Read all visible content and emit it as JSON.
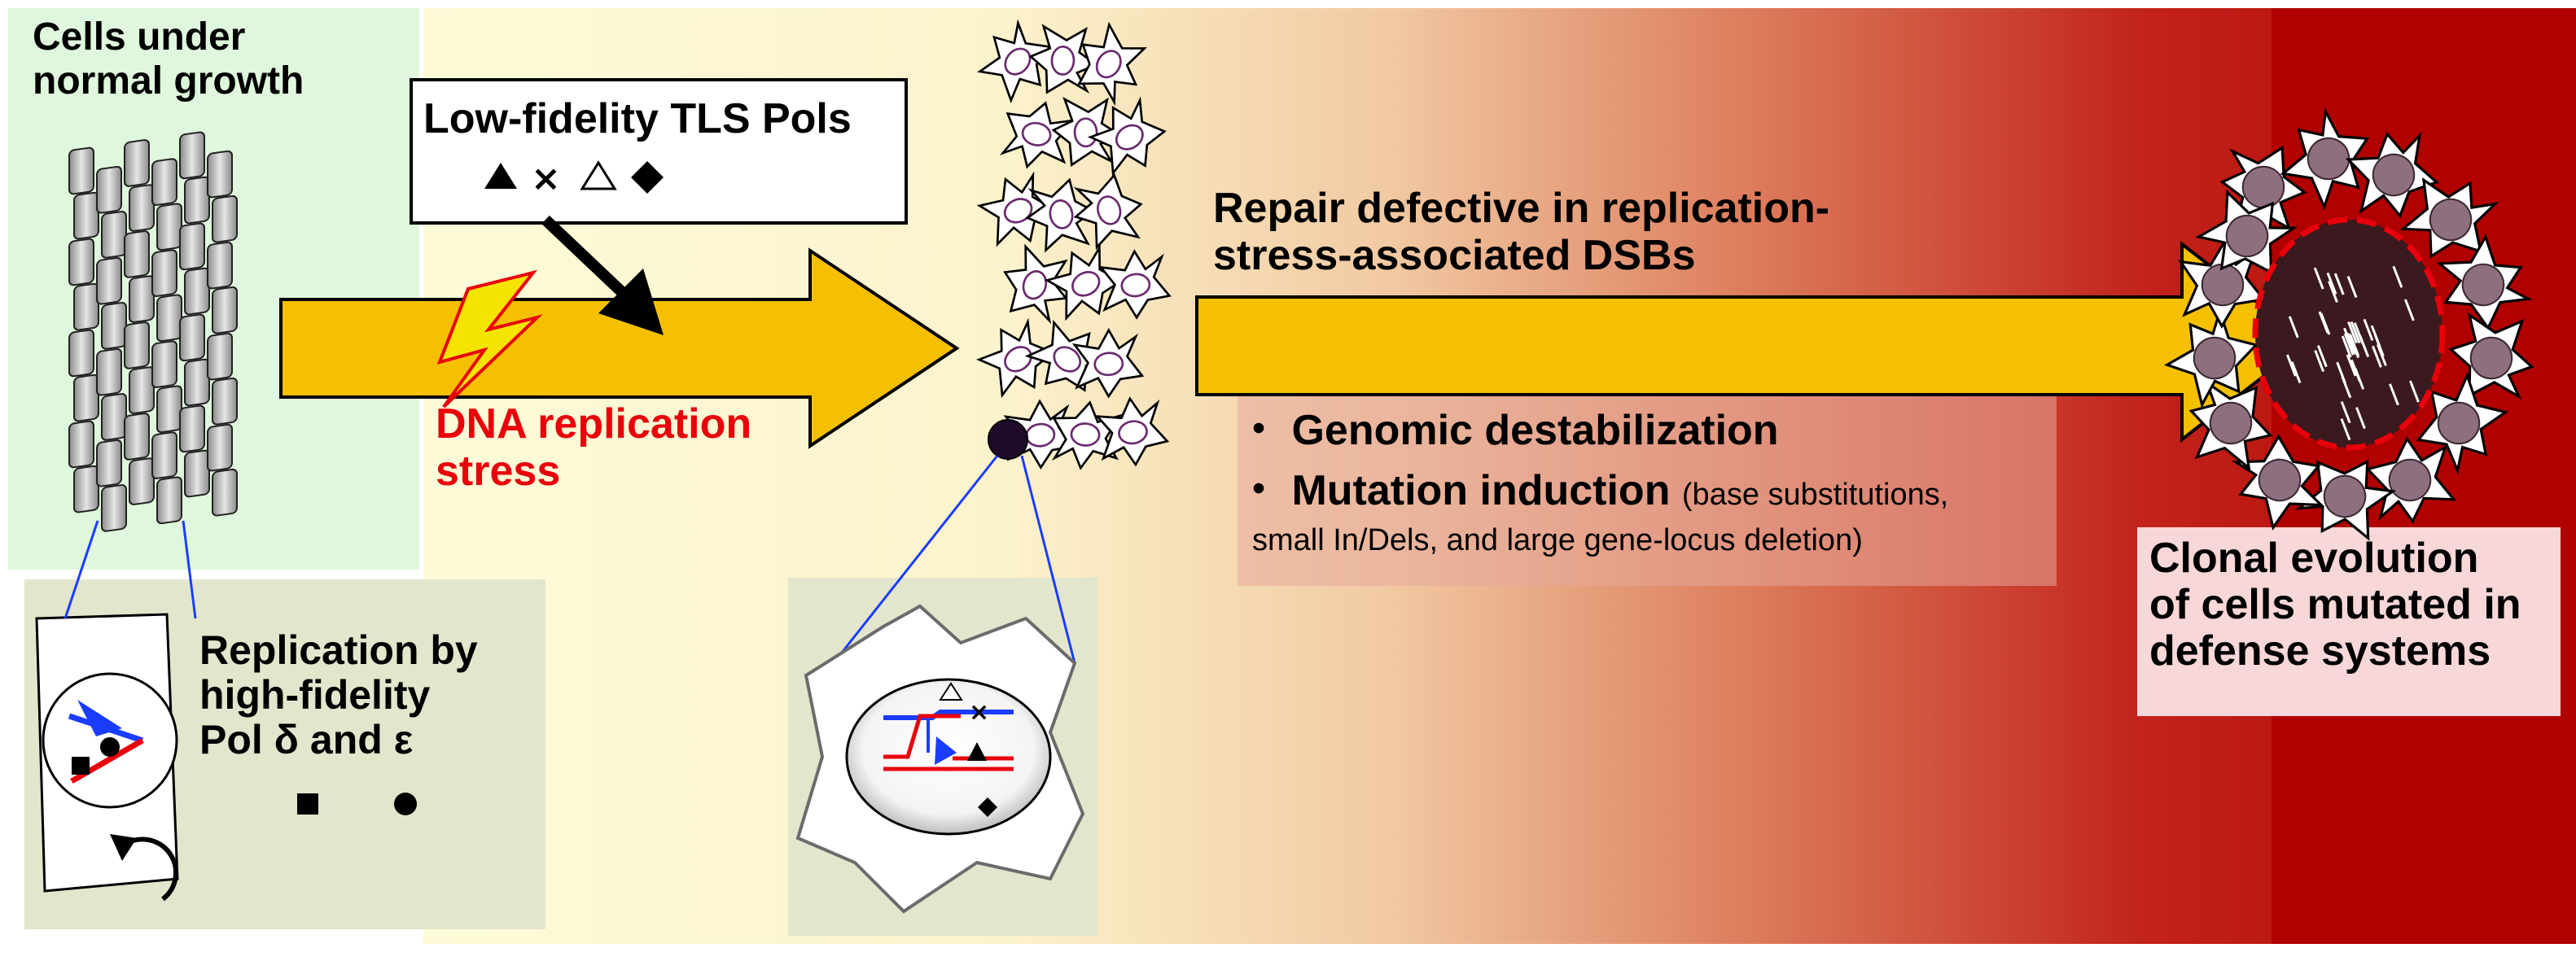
{
  "panels": {
    "normal_growth": {
      "line1": "Cells under",
      "line2": "normal growth"
    },
    "high_fidelity": {
      "line1": "Replication by",
      "line2": "high-fidelity",
      "line3": "Pol δ and ε",
      "symbols": "■ ●"
    },
    "tls_pols": {
      "title": "Low-fidelity TLS Pols",
      "symbols": "▲ × △ ◆"
    },
    "stress": {
      "line1": "DNA replication",
      "line2": "stress"
    },
    "repair": {
      "line1": "Repair defective in replication-",
      "line2": "stress-associated DSBs"
    },
    "outcomes": {
      "bullet1": "・ Genomic destabilization",
      "bullet2_main": "・ Mutation induction",
      "bullet2_sub": "(base substitutions,",
      "bullet2_sub2": "small In/Dels, and large gene-locus deletion)"
    },
    "clonal": {
      "line1": "Clonal evolution",
      "line2": "of cells mutated in",
      "line3": "defense systems"
    }
  },
  "colors": {
    "arrow": "#f5c000",
    "stress_text": "#e8000a",
    "green_panel": "#dff7dc",
    "grey_panel": "#e3e6cd",
    "cream": "#fdfbd6",
    "dark_red": "#b30000",
    "pink_label": "#f7d7d7",
    "cell_nucleus": "#8e6f7f"
  },
  "icons": [
    "lightning-icon",
    "down-arrow-icon",
    "cycle-arrow-icon"
  ]
}
